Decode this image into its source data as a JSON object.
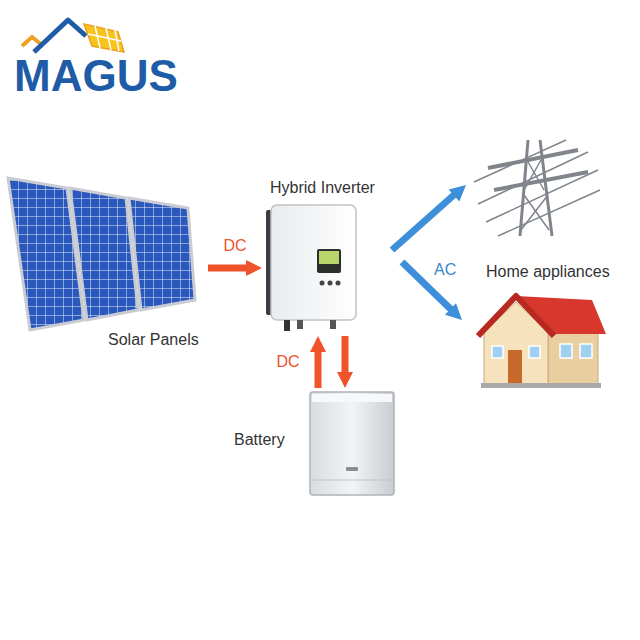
{
  "diagram": {
    "nodes": [
      {
        "text": [
          "Solar Panels"
        ]
      },
      {
        "text": [
          "Hybrid Inverter"
        ]
      },
      {
        "text": [
          "Battery"
        ]
      },
      {
        "text": [
          "Home appliances"
        ]
      }
    ],
    "edges": [
      {
        "from": 0,
        "to": 1,
        "label": "DC",
        "arrow": "to"
      },
      {
        "from": 2,
        "to": 1,
        "label": "DC",
        "arrow": "to"
      },
      {
        "from": 1,
        "to": 2,
        "arrow": "to"
      },
      {
        "from": 1,
        "to": 3,
        "arrow": "to"
      }
    ],
    "labels": [
      "MAGUS",
      "AC"
    ]
  }
}
